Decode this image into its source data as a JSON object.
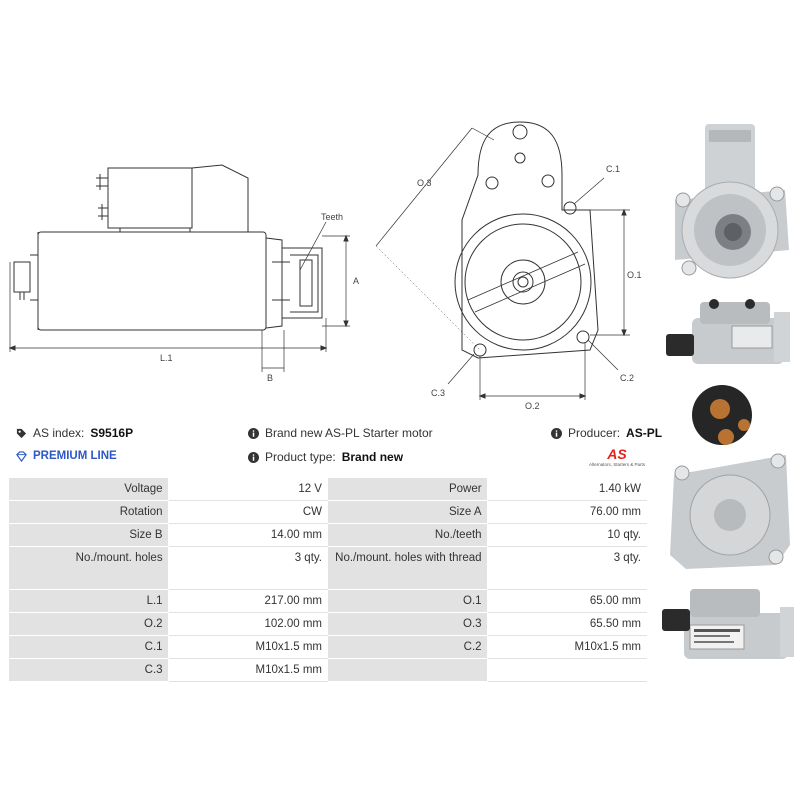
{
  "diagram": {
    "labels": {
      "teeth": "Teeth",
      "a": "A",
      "b": "B",
      "l1": "L.1",
      "o1": "O.1",
      "o2": "O.2",
      "o3": "O.3",
      "c1": "C.1",
      "c2": "C.2",
      "c3": "C.3"
    }
  },
  "info": {
    "index_label": "AS index:",
    "index_value": "S9516P",
    "premium": "PREMIUM LINE",
    "description": "Brand new AS-PL Starter motor",
    "producer_label": "Producer:",
    "producer_value": "AS-PL",
    "type_label": "Product type:",
    "type_value": "Brand new",
    "logo_text": "AS",
    "logo_tagline": "Alternators, Starters & Parts"
  },
  "specs": [
    {
      "k1": "Voltage",
      "v1": "12 V",
      "k2": "Power",
      "v2": "1.40 kW"
    },
    {
      "k1": "Rotation",
      "v1": "CW",
      "k2": "Size A",
      "v2": "76.00 mm"
    },
    {
      "k1": "Size B",
      "v1": "14.00 mm",
      "k2": "No./teeth",
      "v2": "10 qty."
    },
    {
      "k1": "No./mount. holes",
      "v1": "3 qty.",
      "k2": "No./mount. holes with thread",
      "v2": "3 qty."
    },
    {
      "k1": "L.1",
      "v1": "217.00 mm",
      "k2": "O.1",
      "v2": "65.00 mm"
    },
    {
      "k1": "O.2",
      "v1": "102.00 mm",
      "k2": "O.3",
      "v2": "65.50 mm"
    },
    {
      "k1": "C.1",
      "v1": "M10x1.5 mm",
      "k2": "C.2",
      "v2": "M10x1.5 mm"
    },
    {
      "k1": "C.3",
      "v1": "M10x1.5 mm",
      "k2": "",
      "v2": ""
    }
  ],
  "colors": {
    "accent": "#2c57c5",
    "logo_red": "#e2231a",
    "header_gray": "#e2e2e2"
  }
}
